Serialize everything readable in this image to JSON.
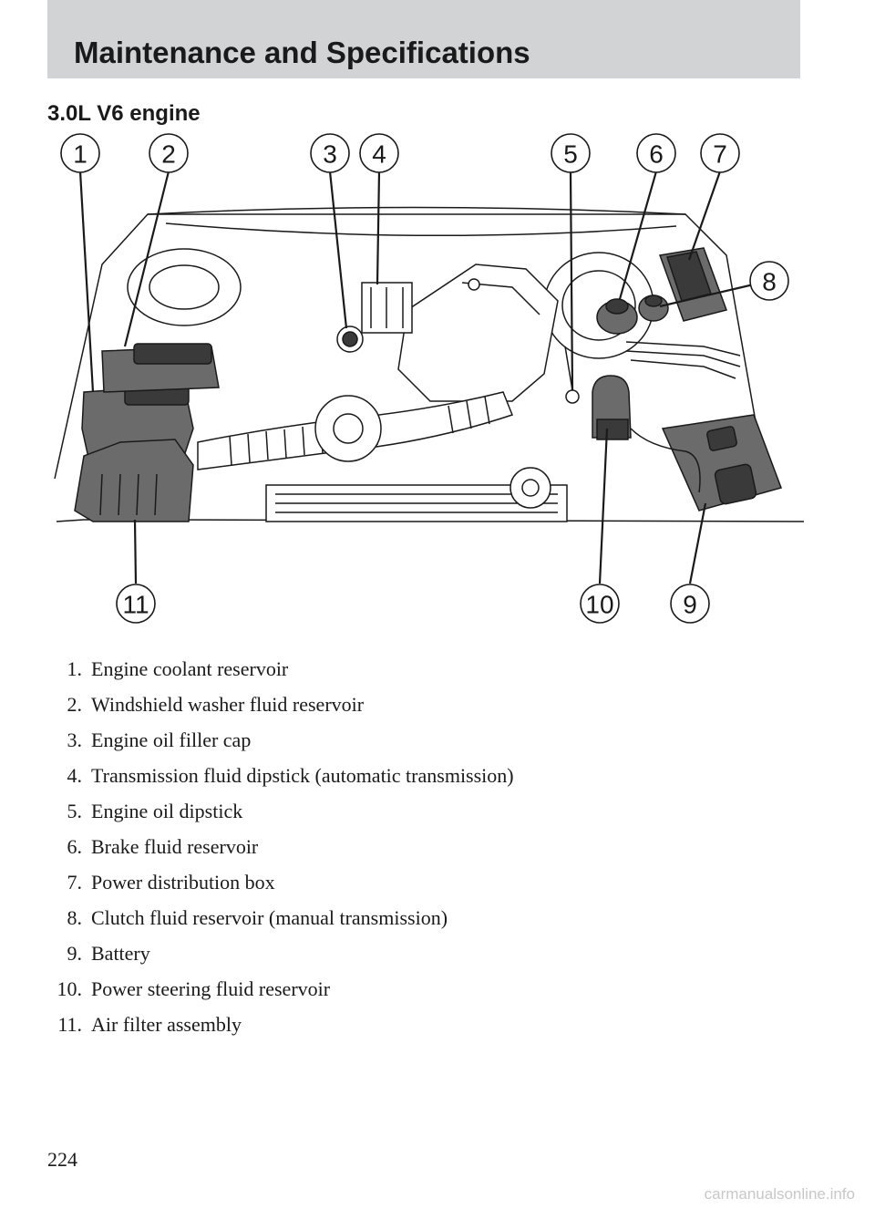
{
  "header": {
    "title": "Maintenance and Specifications"
  },
  "section": {
    "heading": "3.0L V6 engine"
  },
  "figure": {
    "callouts": [
      "1",
      "2",
      "3",
      "4",
      "5",
      "6",
      "7",
      "8",
      "9",
      "10",
      "11"
    ]
  },
  "legend": {
    "items": [
      {
        "number": "1.",
        "label": "Engine coolant reservoir"
      },
      {
        "number": "2.",
        "label": "Windshield washer fluid reservoir"
      },
      {
        "number": "3.",
        "label": "Engine oil filler cap"
      },
      {
        "number": "4.",
        "label": "Transmission fluid dipstick (automatic transmission)"
      },
      {
        "number": "5.",
        "label": "Engine oil dipstick"
      },
      {
        "number": "6.",
        "label": "Brake fluid reservoir"
      },
      {
        "number": "7.",
        "label": "Power distribution box"
      },
      {
        "number": "8.",
        "label": "Clutch fluid reservoir (manual transmission)"
      },
      {
        "number": "9.",
        "label": "Battery"
      },
      {
        "number": "10.",
        "label": "Power steering fluid reservoir"
      },
      {
        "number": "11.",
        "label": "Air filter assembly"
      }
    ]
  },
  "footer": {
    "page_number": "224"
  },
  "watermark": {
    "text": "carmanualsonline.info"
  }
}
